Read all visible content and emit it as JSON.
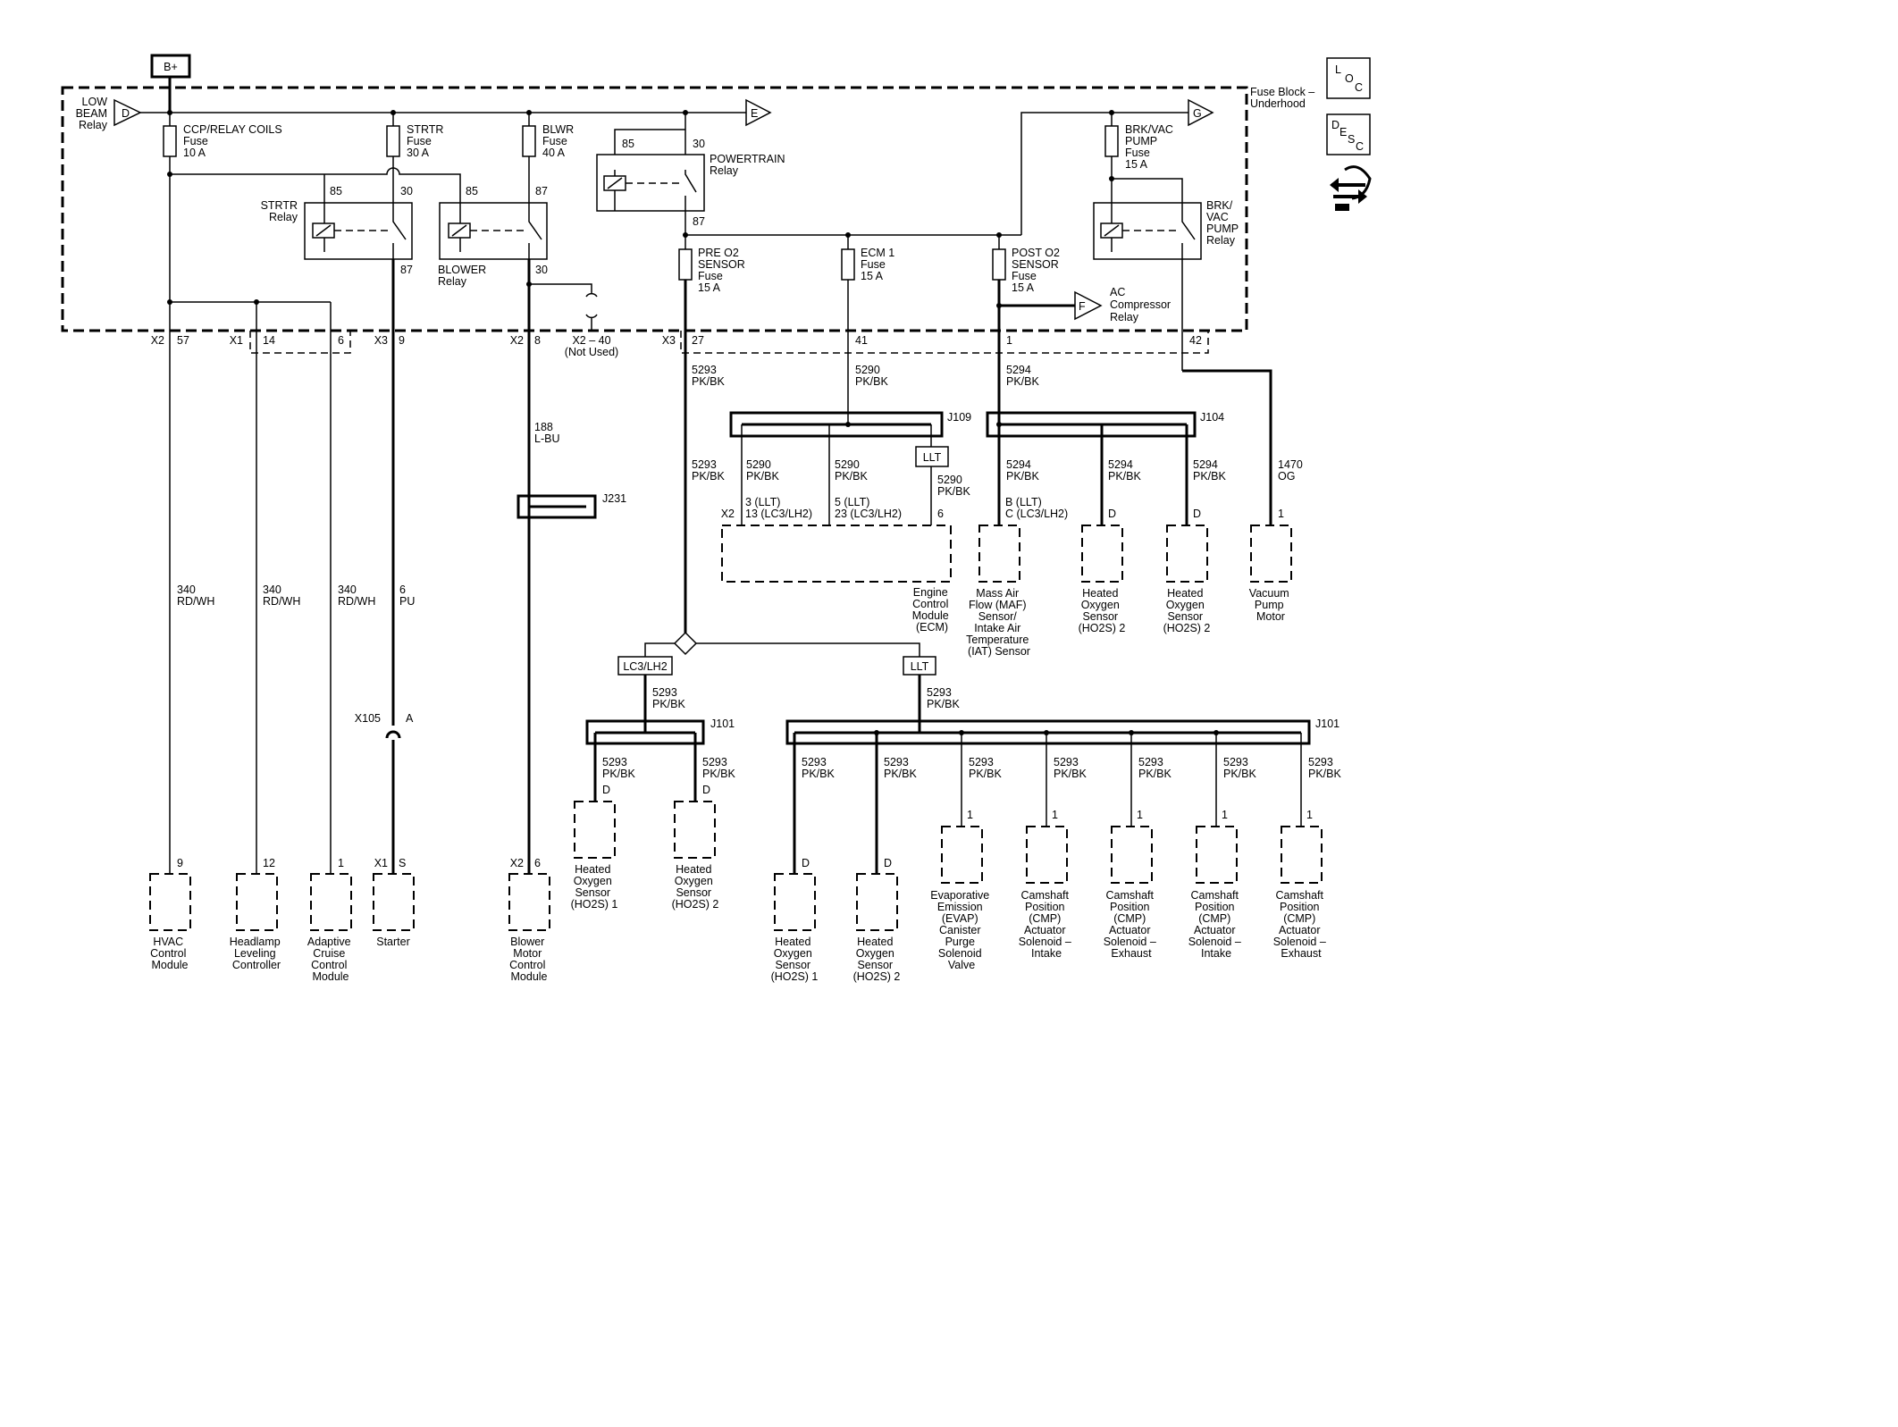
{
  "power_source": "B+",
  "fuse_block": {
    "l1": "Fuse Block –",
    "l2": "Underhood"
  },
  "side_icons": {
    "loc": {
      "a": "L",
      "b": "O",
      "c": "C"
    },
    "desc": {
      "a": "D",
      "b": "E",
      "c": "S",
      "d": "C"
    }
  },
  "low_beam": {
    "l1": "LOW",
    "l2": "BEAM",
    "l3": "Relay",
    "letter": "D"
  },
  "connectors": {
    "e": "E",
    "f": "F",
    "g": "G"
  },
  "ac_relay": {
    "l1": "AC",
    "l2": "Compressor",
    "l3": "Relay"
  },
  "fuses": {
    "ccp": {
      "name": "CCP/RELAY COILS",
      "type": "Fuse",
      "rating": "10 A"
    },
    "strtr": {
      "name": "STRTR",
      "type": "Fuse",
      "rating": "30 A"
    },
    "blwr": {
      "name": "BLWR",
      "type": "Fuse",
      "rating": "40 A"
    },
    "brkvac": {
      "l1": "BRK/VAC",
      "l2": "PUMP",
      "type": "Fuse",
      "rating": "15 A"
    },
    "pre_o2": {
      "l1": "PRE O2",
      "l2": "SENSOR",
      "type": "Fuse",
      "rating": "15 A"
    },
    "ecm1": {
      "name": "ECM 1",
      "type": "Fuse",
      "rating": "15 A"
    },
    "post_o2": {
      "l1": "POST O2",
      "l2": "SENSOR",
      "type": "Fuse",
      "rating": "15 A"
    }
  },
  "relays": {
    "strtr": {
      "l1": "STRTR",
      "l2": "Relay",
      "p85": "85",
      "p30": "30",
      "p87": "87"
    },
    "blower": {
      "l1": "BLOWER",
      "l2": "Relay",
      "p85": "85",
      "p87": "87",
      "p30": "30"
    },
    "powertrain": {
      "l1": "POWERTRAIN",
      "l2": "Relay",
      "p85": "85",
      "p30": "30",
      "p87": "87"
    },
    "brkvac": {
      "l1": "BRK/",
      "l2": "VAC",
      "l3": "PUMP",
      "l4": "Relay"
    }
  },
  "block_pins": {
    "x2_57": {
      "conn": "X2",
      "pin": "57"
    },
    "x1_14": {
      "conn": "X1",
      "pin": "14"
    },
    "x1_6": {
      "pin": "6"
    },
    "x3_9": {
      "conn": "X3",
      "pin": "9"
    },
    "x2_8": {
      "conn": "X2",
      "pin": "8"
    },
    "x2_40": {
      "l1": "X2 – 40",
      "l2": "(Not Used)"
    },
    "x3_27": {
      "conn": "X3",
      "pin": "27"
    },
    "p41": "41",
    "p1": "1",
    "p42": "42"
  },
  "wires": {
    "w340a": {
      "num": "340",
      "color": "RD/WH"
    },
    "w340b": {
      "num": "340",
      "color": "RD/WH"
    },
    "w340c": {
      "num": "340",
      "color": "RD/WH"
    },
    "w6": {
      "num": "6",
      "color": "PU"
    },
    "w188": {
      "num": "188",
      "color": "L-BU"
    },
    "w5293_top": {
      "num": "5293",
      "color": "PK/BK"
    },
    "w5290_top": {
      "num": "5290",
      "color": "PK/BK"
    },
    "w5294_top": {
      "num": "5294",
      "color": "PK/BK"
    },
    "w5293_ecm": {
      "num": "5293",
      "color": "PK/BK"
    },
    "w5290_a": {
      "num": "5290",
      "color": "PK/BK"
    },
    "w5290_b": {
      "num": "5290",
      "color": "PK/BK"
    },
    "w5290_c": {
      "num": "5290",
      "color": "PK/BK"
    },
    "w5294_a": {
      "num": "5294",
      "color": "PK/BK"
    },
    "w5294_b": {
      "num": "5294",
      "color": "PK/BK"
    },
    "w5294_c": {
      "num": "5294",
      "color": "PK/BK"
    },
    "w1470": {
      "num": "1470",
      "color": "OG"
    },
    "w5293_l": {
      "num": "5293",
      "color": "PK/BK"
    },
    "w5293_r": {
      "num": "5293",
      "color": "PK/BK"
    },
    "w5293_l1": {
      "num": "5293",
      "color": "PK/BK"
    },
    "w5293_l2": {
      "num": "5293",
      "color": "PK/BK"
    },
    "w5293_r1": {
      "num": "5293",
      "color": "PK/BK"
    },
    "w5293_r2": {
      "num": "5293",
      "color": "PK/BK"
    },
    "w5293_r3": {
      "num": "5293",
      "color": "PK/BK"
    },
    "w5293_r4": {
      "num": "5293",
      "color": "PK/BK"
    },
    "w5293_r5": {
      "num": "5293",
      "color": "PK/BK"
    },
    "w5293_r6": {
      "num": "5293",
      "color": "PK/BK"
    },
    "w5293_r7": {
      "num": "5293",
      "color": "PK/BK"
    }
  },
  "splices": {
    "j109": "J109",
    "j104": "J104",
    "j231": "J231",
    "j101a": "J101",
    "j101b": "J101"
  },
  "options": {
    "llt_ecm": "LLT",
    "lc3": "LC3/LH2",
    "llt_split": "LLT"
  },
  "ecm_pins": {
    "x2": "X2",
    "a1": "3 (LLT)",
    "a2": "13 (LC3/LH2)",
    "b1": "5 (LLT)",
    "b2": "23 (LC3/LH2)",
    "c": "6"
  },
  "maf_pins": {
    "a1": "B (LLT)",
    "a2": "C (LC3/LH2)"
  },
  "x105": {
    "conn": "X105",
    "pin": "A"
  },
  "comp_pins": {
    "hvac": "9",
    "headlamp": "12",
    "acc": "1",
    "starter_conn": "X1",
    "starter": "S",
    "blower_conn": "X2",
    "blower": "6",
    "ho2s_l1": "D",
    "ho2s_l2": "D",
    "ho2s_b1": "D",
    "ho2s_b2": "D",
    "ho2s_a": "D",
    "ho2s_b": "D",
    "evap": "1",
    "cmp1": "1",
    "cmp2": "1",
    "cmp3": "1",
    "cmp4": "1",
    "vac": "1"
  },
  "components": {
    "hvac": [
      "HVAC",
      "Control",
      "Module"
    ],
    "headlamp": [
      "Headlamp",
      "Leveling",
      "Controller"
    ],
    "acc": [
      "Adaptive",
      "Cruise",
      "Control",
      "Module"
    ],
    "starter": [
      "Starter"
    ],
    "blower": [
      "Blower",
      "Motor",
      "Control",
      "Module"
    ],
    "ecm": [
      "Engine",
      "Control",
      "Module",
      "(ECM)"
    ],
    "maf": [
      "Mass Air",
      "Flow (MAF)",
      "Sensor/",
      "Intake Air",
      "Temperature",
      "(IAT) Sensor"
    ],
    "ho2s_a": [
      "Heated",
      "Oxygen",
      "Sensor",
      "(HO2S) 2"
    ],
    "ho2s_b": [
      "Heated",
      "Oxygen",
      "Sensor",
      "(HO2S) 2"
    ],
    "vac": [
      "Vacuum",
      "Pump",
      "Motor"
    ],
    "ho2s_l1": [
      "Heated",
      "Oxygen",
      "Sensor",
      "(HO2S) 1"
    ],
    "ho2s_l2": [
      "Heated",
      "Oxygen",
      "Sensor",
      "(HO2S) 2"
    ],
    "ho2s_b1": [
      "Heated",
      "Oxygen",
      "Sensor",
      "(HO2S) 1"
    ],
    "ho2s_b2": [
      "Heated",
      "Oxygen",
      "Sensor",
      "(HO2S) 2"
    ],
    "evap": [
      "Evaporative",
      "Emission",
      "(EVAP)",
      "Canister",
      "Purge",
      "Solenoid",
      "Valve"
    ],
    "cmp1": [
      "Camshaft",
      "Position",
      "(CMP)",
      "Actuator",
      "Solenoid –",
      "Intake"
    ],
    "cmp2": [
      "Camshaft",
      "Position",
      "(CMP)",
      "Actuator",
      "Solenoid –",
      "Exhaust"
    ],
    "cmp3": [
      "Camshaft",
      "Position",
      "(CMP)",
      "Actuator",
      "Solenoid –",
      "Intake"
    ],
    "cmp4": [
      "Camshaft",
      "Position",
      "(CMP)",
      "Actuator",
      "Solenoid –",
      "Exhaust"
    ]
  }
}
